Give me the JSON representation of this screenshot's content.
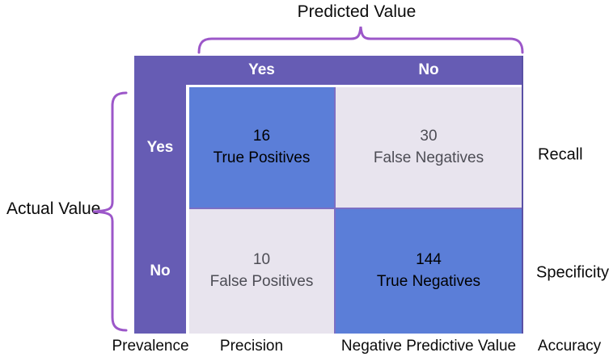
{
  "titles": {
    "predicted_axis": "Predicted Value",
    "actual_axis": "Actual Value"
  },
  "matrix": {
    "column_headers": [
      "Yes",
      "No"
    ],
    "row_headers": [
      "Yes",
      "No"
    ],
    "cells": [
      {
        "value": "16",
        "label": "True Positives",
        "highlighted": true
      },
      {
        "value": "30",
        "label": "False Negatives",
        "highlighted": false
      },
      {
        "value": "10",
        "label": "False Positives",
        "highlighted": false
      },
      {
        "value": "144",
        "label": "True Negatives",
        "highlighted": true
      }
    ]
  },
  "metric_labels": {
    "recall": "Recall",
    "specificity": "Specificity",
    "prevalence": "Prevalence",
    "precision": "Precision",
    "negative_predictive_value": "Negative Predictive Value",
    "accuracy": "Accuracy"
  },
  "colors": {
    "header_purple": "#665CB4",
    "cell_blue": "#5B7ED8",
    "cell_gray": "#E8E4EE",
    "brace_purple": "#9C57C9",
    "muted_text": "#4D4D55",
    "divider": "#7B6FC4",
    "edge": "#5A50A5"
  }
}
